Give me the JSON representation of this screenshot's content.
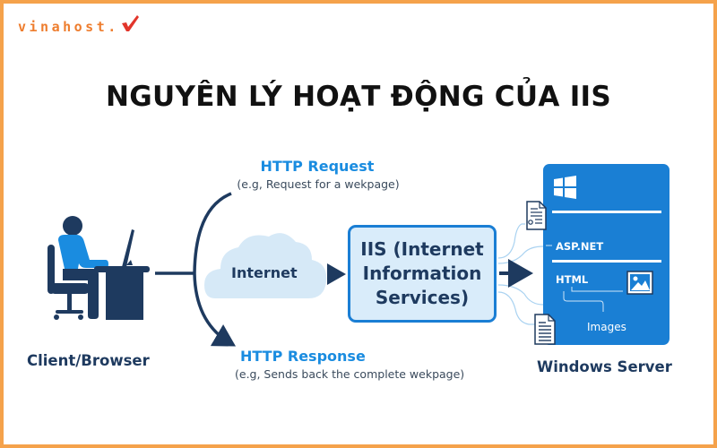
{
  "brand": {
    "logo_text": "vinahost.",
    "logo_mark": "checkmark",
    "colors": {
      "logo_orange": "#ee7d2e",
      "logo_red": "#e2352b",
      "frame": "#f5a24b"
    }
  },
  "title": "NGUYÊN LÝ HOẠT ĐỘNG CỦA IIS",
  "diagram": {
    "client": {
      "label": "Client/Browser",
      "icon": "person-at-computer-icon"
    },
    "request": {
      "title": "HTTP Request",
      "subtitle": "(e.g, Request for a wekpage)"
    },
    "response": {
      "title": "HTTP Response",
      "subtitle": "(e.g, Sends back the complete wekpage)"
    },
    "internet": {
      "label": "Internet",
      "icon": "cloud-icon"
    },
    "iis": {
      "label": "IIS (Internet\nInformation\nServices)"
    },
    "server": {
      "label": "Windows Server",
      "icon": "windows-logo-icon",
      "items": [
        "ASP.NET",
        "HTML",
        "Images"
      ]
    },
    "colors": {
      "accent_blue": "#1a8ce0",
      "dark_navy": "#1e3a5f",
      "server_blue": "#1a7fd4",
      "cloud_fill": "#d6e9f7",
      "iis_fill": "#d9ecfa"
    }
  }
}
